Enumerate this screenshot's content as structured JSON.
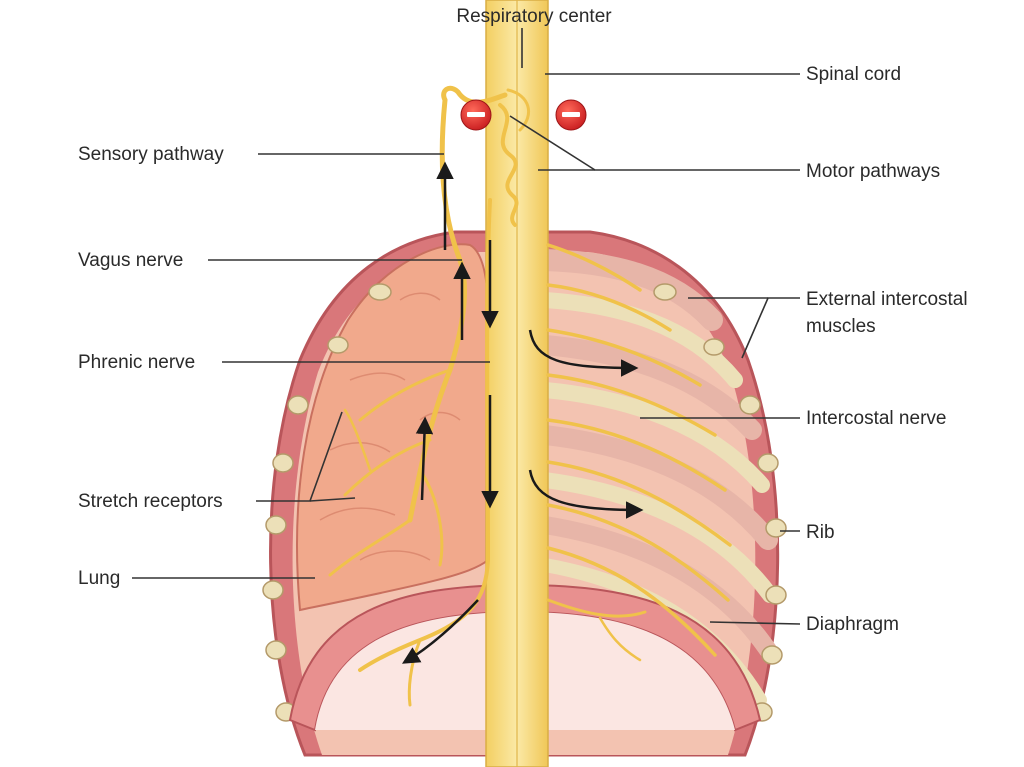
{
  "labels": {
    "respiratory_center": "Respiratory center",
    "spinal_cord": "Spinal cord",
    "sensory_pathway": "Sensory pathway",
    "motor_pathways": "Motor pathways",
    "vagus_nerve": "Vagus nerve",
    "external_intercostal_1": "External intercostal",
    "external_intercostal_2": "muscles",
    "phrenic_nerve": "Phrenic nerve",
    "intercostal_nerve": "Intercostal nerve",
    "stretch_receptors": "Stretch receptors",
    "rib": "Rib",
    "lung": "Lung",
    "diaphragm": "Diaphragm"
  },
  "inhibition_symbol": "−",
  "colors": {
    "muscle": "#d9777a",
    "muscle_dark": "#b9555a",
    "lung": "#f1a98c",
    "rib": "#ece0b8",
    "nerve": "#f0c24a",
    "spinal_cord": "#f7dc7e",
    "inhibit": "#e2262a",
    "leader": "#333333"
  }
}
